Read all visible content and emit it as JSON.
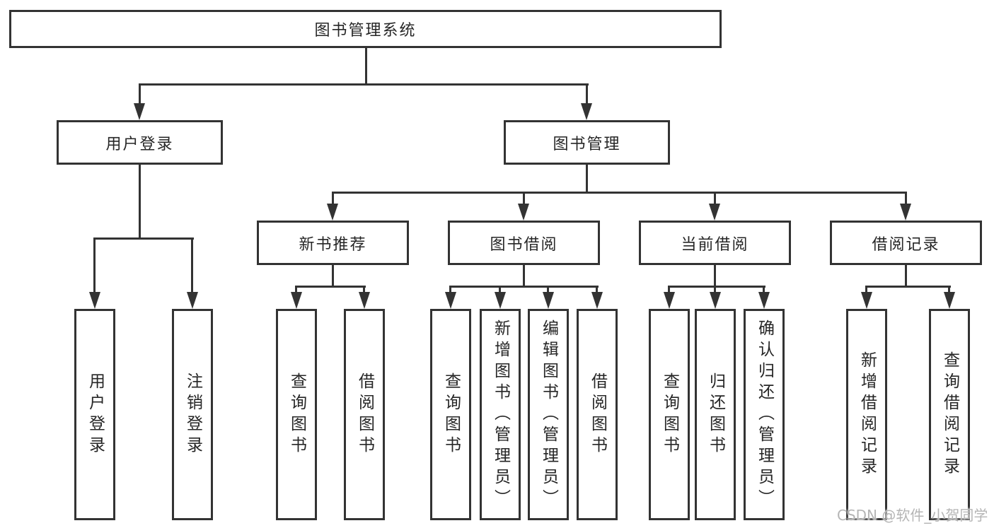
{
  "root": {
    "label": "图书管理系统"
  },
  "branches": [
    {
      "label": "用户登录",
      "children": [
        {
          "label": "用户登录"
        },
        {
          "label": "注销登录"
        }
      ]
    },
    {
      "label": "图书管理",
      "children": [
        {
          "label": "新书推荐",
          "children": [
            {
              "label": "查询图书"
            },
            {
              "label": "借阅图书"
            }
          ]
        },
        {
          "label": "图书借阅",
          "children": [
            {
              "label": "查询图书"
            },
            {
              "label": "新增图书（管理员）"
            },
            {
              "label": "编辑图书（管理员）"
            },
            {
              "label": "借阅图书"
            }
          ]
        },
        {
          "label": "当前借阅",
          "children": [
            {
              "label": "查询图书"
            },
            {
              "label": "归还图书"
            },
            {
              "label": "确认归还（管理员）"
            }
          ]
        },
        {
          "label": "借阅记录",
          "children": [
            {
              "label": "新增借阅记录"
            },
            {
              "label": "查询借阅记录"
            }
          ]
        }
      ]
    }
  ],
  "watermark": {
    "text": "CSDN @软件_小贺同学"
  },
  "colors": {
    "line": "#333333",
    "text": "#262626",
    "watermark": "#b5b5b5",
    "background": "#ffffff"
  }
}
